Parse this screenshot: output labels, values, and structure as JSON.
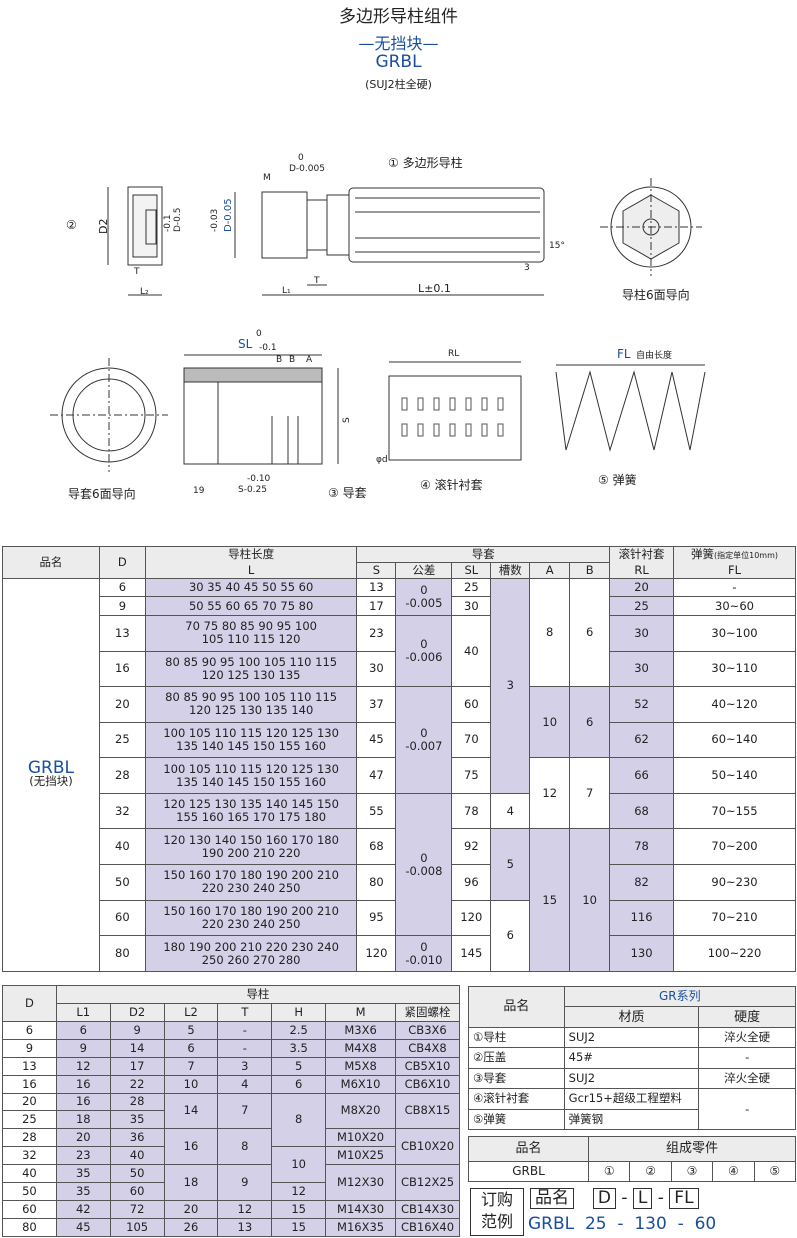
{
  "header": {
    "title": "多边形导柱组件",
    "subtitle": "—无挡块—",
    "code": "GRBL",
    "note": "(SUJ2柱全硬)"
  },
  "drawing": {
    "part1_label": "① 多边形导柱",
    "part2_marker": "②",
    "guide_post_dir": "导柱6面导向",
    "bush_dir": "导套6面导向",
    "part3_label": "③ 导套",
    "part4_label": "④ 滚针衬套",
    "part5_label": "⑤ 弹簧",
    "dims": {
      "tol0": "0",
      "d_tol": "D-0.005",
      "m": "M",
      "d2": "D2",
      "minus01": "-0.1",
      "d05": "D-0.5",
      "t": "T",
      "l2": "L₂",
      "l1": "L₁",
      "d003": "-0.03",
      "d005": "D-0.05",
      "l01": "L±0.1",
      "deg15": "15°",
      "three": "3",
      "sl": "SL",
      "sl_tol": "-0.1",
      "b1": "B",
      "b2": "B",
      "a": "A",
      "s": "S",
      "nineteen": "19",
      "s010": "-0.10",
      "s025": "S-0.25",
      "rl": "RL",
      "phid": "φd",
      "fl": "FL",
      "fl_note": "自由长度"
    }
  },
  "table1": {
    "headers": {
      "name": "品名",
      "d": "D",
      "len": "导柱长度",
      "len_sub": "L",
      "bush": "导套",
      "s": "S",
      "tol": "公差",
      "sl": "SL",
      "groove": "槽数",
      "a": "A",
      "b": "B",
      "rl_title": "滚针衬套",
      "rl": "RL",
      "spring": "弹簧",
      "spring_note": "(指定单位10mm)",
      "fl": "FL"
    },
    "product": "GRBL",
    "product_note": "(无挡块)",
    "rows": [
      {
        "d": "6",
        "l1": "30 35 40 45 50 55 60",
        "l2": "",
        "s": "13",
        "sl": "25",
        "rl": "20",
        "fl": "-"
      },
      {
        "d": "9",
        "l1": "50 55 60 65 70 75 80",
        "l2": "",
        "s": "17",
        "sl": "30",
        "rl": "25",
        "fl": "30~60"
      },
      {
        "d": "13",
        "l1": "70 75 80 85 90 95 100",
        "l2": "105 110 115 120",
        "s": "23",
        "sl": "40",
        "rl": "30",
        "fl": "30~100"
      },
      {
        "d": "16",
        "l1": "80 85 90 95 100 105 110 115",
        "l2": "120 125 130 135",
        "s": "30",
        "sl": "",
        "rl": "30",
        "fl": "30~110"
      },
      {
        "d": "20",
        "l1": "80 85 90 95 100 105 110 115",
        "l2": "120 125 130 135 140",
        "s": "37",
        "sl": "60",
        "rl": "52",
        "fl": "40~120"
      },
      {
        "d": "25",
        "l1": "100 105 110 115 120 125 130",
        "l2": "135 140 145 150 155 160",
        "s": "45",
        "sl": "70",
        "rl": "62",
        "fl": "60~140"
      },
      {
        "d": "28",
        "l1": "100 105 110 115 120 125 130",
        "l2": "135 140 145 150 155 160",
        "s": "47",
        "sl": "75",
        "rl": "66",
        "fl": "50~140"
      },
      {
        "d": "32",
        "l1": "120 125 130 135 140 145 150",
        "l2": "155 160 165 170 175 180",
        "s": "55",
        "sl": "78",
        "rl": "68",
        "fl": "70~155"
      },
      {
        "d": "40",
        "l1": "120 130 140 150 160 170 180",
        "l2": "190 200 210 220",
        "s": "68",
        "sl": "92",
        "rl": "78",
        "fl": "70~200"
      },
      {
        "d": "50",
        "l1": "150 160 170 180 190 200 210",
        "l2": "220 230 240 250",
        "s": "80",
        "sl": "96",
        "rl": "82",
        "fl": "90~230"
      },
      {
        "d": "60",
        "l1": "150 160 170 180 190 200 210",
        "l2": "220 230 240 250",
        "s": "95",
        "sl": "120",
        "rl": "116",
        "fl": "70~210"
      },
      {
        "d": "80",
        "l1": "180 190 200 210 220 230 240",
        "l2": "250 260 270 280",
        "s": "120",
        "sl": "145",
        "rl": "130",
        "fl": "100~220"
      }
    ],
    "tol": [
      {
        "top": "0",
        "bot": "-0.005"
      },
      {
        "top": "0",
        "bot": "-0.006"
      },
      {
        "top": "0",
        "bot": "-0.007"
      },
      {
        "top": "0",
        "bot": "-0.008"
      },
      {
        "top": "0",
        "bot": "-0.010"
      }
    ],
    "sl_16_20": "40",
    "grooves": [
      "3",
      "4",
      "5",
      "6"
    ],
    "a_vals": [
      "8",
      "10",
      "12",
      "15"
    ],
    "b_vals": [
      "6",
      "6",
      "7",
      "10"
    ]
  },
  "table2": {
    "headers": {
      "d": "D",
      "post": "导柱",
      "l1": "L1",
      "d2": "D2",
      "l2": "L2",
      "t": "T",
      "h": "H",
      "m": "M",
      "screw": "紧固螺栓"
    },
    "rows": [
      {
        "d": "6",
        "l1": "6",
        "d2": "9",
        "l2": "5",
        "t": "-",
        "h": "2.5",
        "m": "M3X6",
        "screw": "CB3X6"
      },
      {
        "d": "9",
        "l1": "9",
        "d2": "14",
        "l2": "6",
        "t": "-",
        "h": "3.5",
        "m": "M4X8",
        "screw": "CB4X8"
      },
      {
        "d": "13",
        "l1": "12",
        "d2": "17",
        "l2": "7",
        "t": "3",
        "h": "5",
        "m": "M5X8",
        "screw": "CB5X10"
      },
      {
        "d": "16",
        "l1": "16",
        "d2": "22",
        "l2": "10",
        "t": "4",
        "h": "6",
        "m": "M6X10",
        "screw": "CB6X10"
      },
      {
        "d": "20",
        "l1": "16",
        "d2": "28",
        "l2": "",
        "t": "",
        "h": "",
        "m": "",
        "screw": ""
      },
      {
        "d": "25",
        "l1": "18",
        "d2": "35",
        "l2": "",
        "t": "",
        "h": "",
        "m": "",
        "screw": ""
      },
      {
        "d": "28",
        "l1": "20",
        "d2": "36",
        "l2": "",
        "t": "",
        "h": "",
        "m": "M10X20",
        "screw": ""
      },
      {
        "d": "32",
        "l1": "23",
        "d2": "40",
        "l2": "",
        "t": "",
        "h": "",
        "m": "M10X25",
        "screw": ""
      },
      {
        "d": "40",
        "l1": "35",
        "d2": "50",
        "l2": "",
        "t": "",
        "h": "",
        "m": "",
        "screw": ""
      },
      {
        "d": "50",
        "l1": "35",
        "d2": "60",
        "l2": "",
        "t": "",
        "h": "12",
        "m": "",
        "screw": ""
      },
      {
        "d": "60",
        "l1": "42",
        "d2": "72",
        "l2": "20",
        "t": "12",
        "h": "15",
        "m": "M14X30",
        "screw": "CB14X30"
      },
      {
        "d": "80",
        "l1": "45",
        "d2": "105",
        "l2": "26",
        "t": "13",
        "h": "15",
        "m": "M16X35",
        "screw": "CB16X40"
      }
    ],
    "merged": {
      "l2_20_25": "14",
      "t_20_25": "7",
      "h_20_32": "8",
      "m_20_25": "M8X20",
      "screw_20_25": "CB8X15",
      "l2_28_32": "16",
      "t_28_32": "8",
      "screw_28_32": "CB10X20",
      "h_32_40": "10",
      "l2_40_50": "18",
      "t_40_50": "9",
      "m_40_50": "M12X30",
      "screw_40_50": "CB12X25"
    }
  },
  "table3": {
    "series": "GR系列",
    "name": "品名",
    "material": "材质",
    "hardness": "硬度",
    "rows": [
      {
        "name": "①导柱",
        "mat": "SUJ2",
        "hard": "淬火全硬"
      },
      {
        "name": "②压盖",
        "mat": "45#",
        "hard": "-"
      },
      {
        "name": "③导套",
        "mat": "SUJ2",
        "hard": "淬火全硬"
      },
      {
        "name": "④滚针衬套",
        "mat": "Gcr15+超级工程塑料",
        "hard": "-"
      },
      {
        "name": "⑤弹簧",
        "mat": "弹簧钢",
        "hard": ""
      }
    ]
  },
  "table4": {
    "name": "品名",
    "parts": "组成零件",
    "product": "GRBL",
    "nums": [
      "①",
      "②",
      "③",
      "④",
      "⑤"
    ]
  },
  "order": {
    "label1": "订购",
    "label2": "范例",
    "name": "品名",
    "d": "D",
    "l": "L",
    "fl": "FL",
    "dash": "-",
    "product": "GRBL",
    "v1": "25",
    "v2": "130",
    "v3": "60"
  }
}
